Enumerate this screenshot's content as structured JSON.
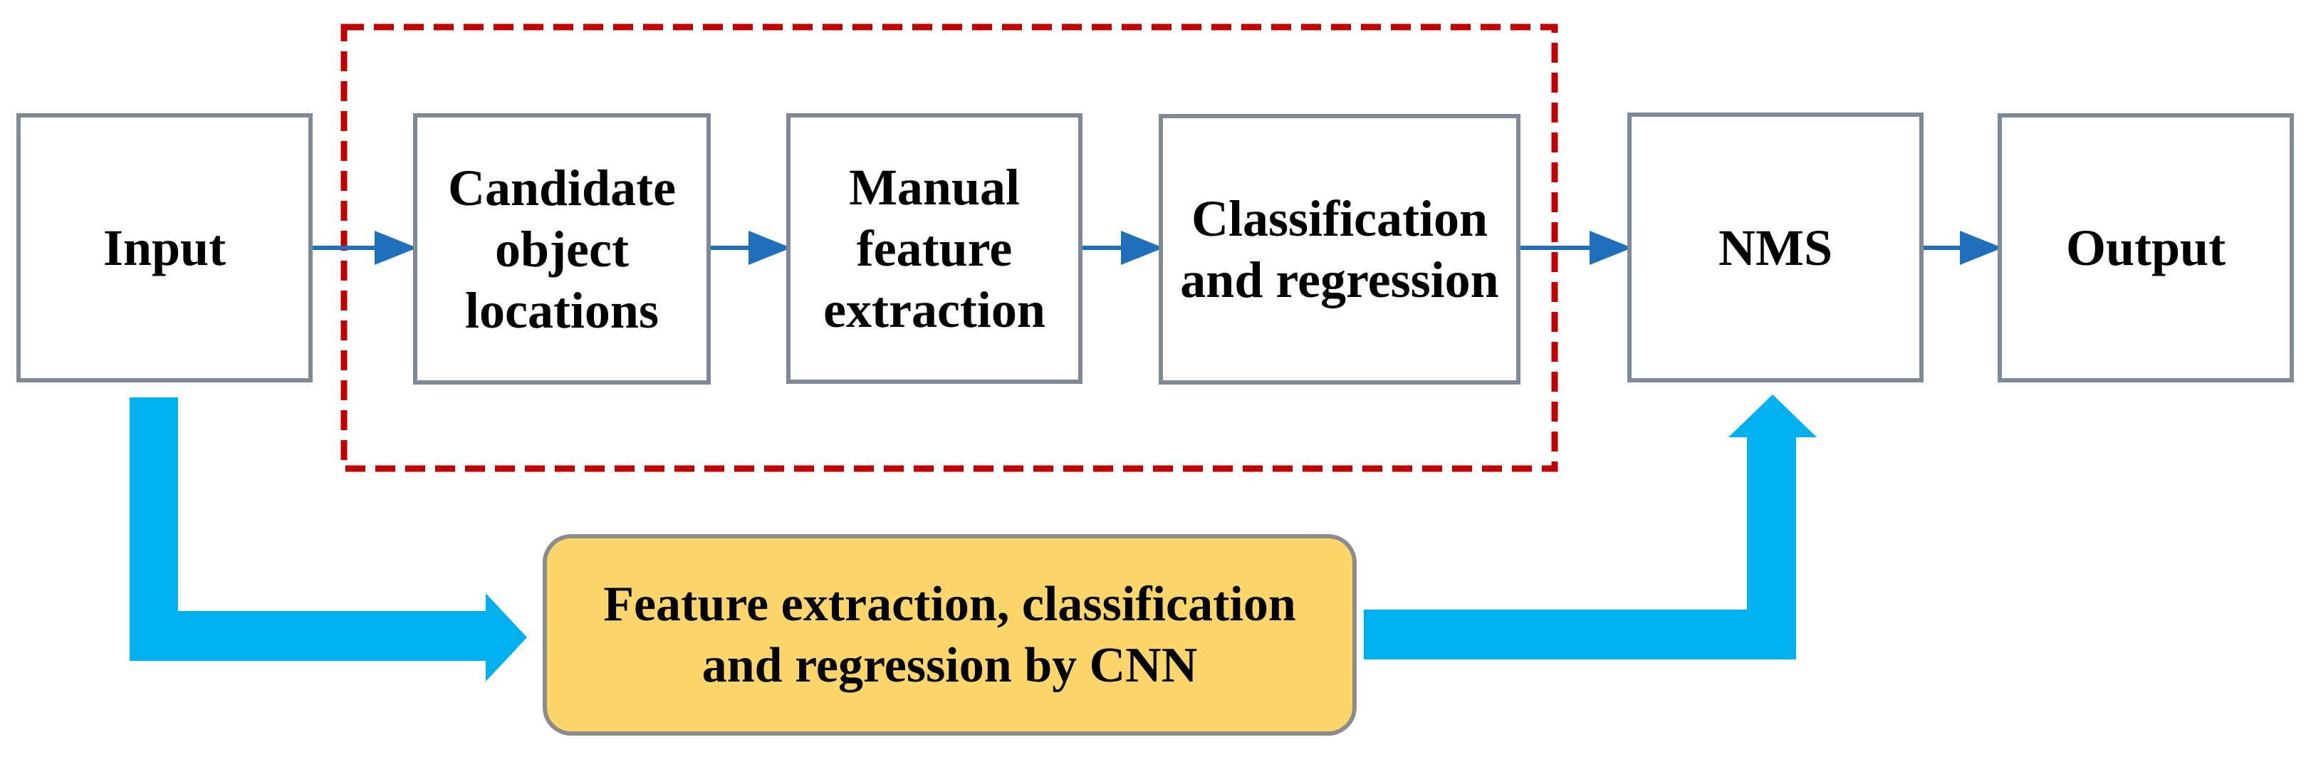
{
  "colors": {
    "box_border": "#7f8895",
    "arrow_blue": "#1f6fba",
    "big_arrow": "#00b0ef",
    "dashed_frame": "#c00000",
    "cnn_fill": "#fdd66b",
    "cnn_border": "#8c8c8c"
  },
  "pipeline": {
    "input": "Input",
    "candidate": "Candidate\nobject\nlocations",
    "manual_feature": "Manual\nfeature\nextraction",
    "classification": "Classification\nand regression",
    "nms": "NMS",
    "output": "Output"
  },
  "cnn": {
    "label": "Feature extraction, classification\nand regression by CNN"
  }
}
